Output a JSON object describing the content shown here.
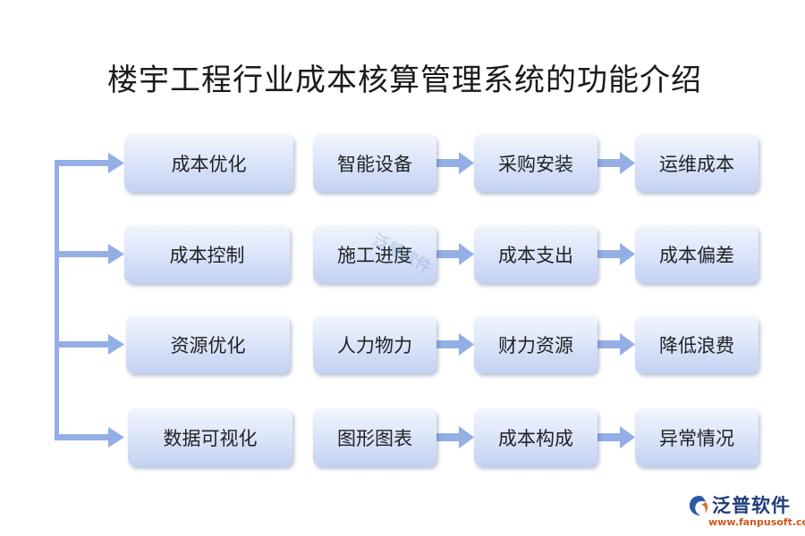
{
  "title": "楼宇工程行业成本核算管理系统的功能介绍",
  "rows": [
    [
      "成本优化",
      "智能设备",
      "采购安装",
      "运维成本"
    ],
    [
      "成本控制",
      "施工进度",
      "成本支出",
      "成本偏差"
    ],
    [
      "资源优化",
      "人力物力",
      "财力资源",
      "降低浪费"
    ],
    [
      "数据可视化",
      "图形图表",
      "成本构成",
      "异常情况"
    ]
  ],
  "watermark": "泛普软件",
  "logo": {
    "name": "泛普软件",
    "url": "www.fanpusoft.com",
    "icon": "fanpu-logo-icon"
  },
  "colors": {
    "arrow": "#94aee6",
    "box_top": "#f2f5fd",
    "box_bottom": "#c3d2f2",
    "logo_text": "#1f3d7a",
    "logo_url": "#d4541c"
  }
}
